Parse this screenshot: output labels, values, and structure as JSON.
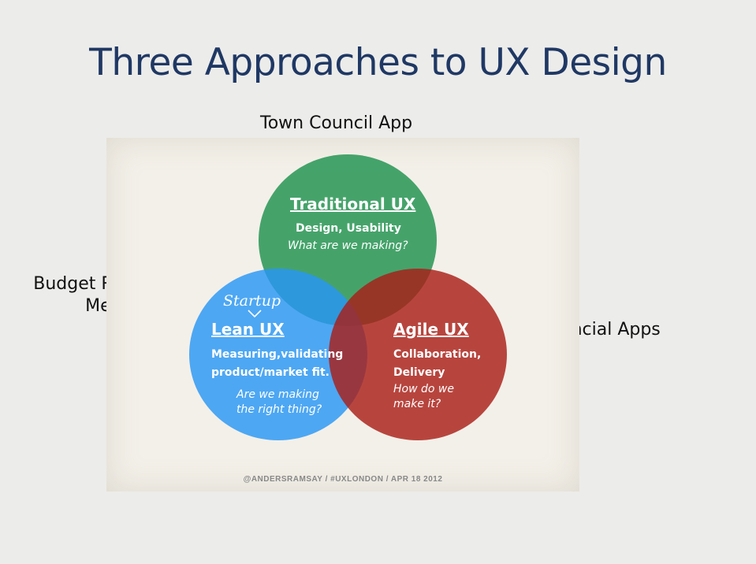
{
  "title": "Three Approaches to UX Design",
  "labels": {
    "top": "Town Council App",
    "left_line1": "Budget Roll Factor",
    "left_line2": "Merge",
    "right": "Financial Apps"
  },
  "venn": {
    "traditional": {
      "heading": "Traditional UX",
      "subtitle": "Design, Usability",
      "question": "What are we making?",
      "color": "#2e9a5a"
    },
    "lean": {
      "annotation": "Startup",
      "heading": "Lean UX",
      "subtitle_line1": "Measuring,validating",
      "subtitle_line2": "product/market fit.",
      "question_line1": "Are we making",
      "question_line2": "the right thing?",
      "color": "#3b97f0"
    },
    "agile": {
      "heading": "Agile UX",
      "subtitle_line1": "Collaboration,",
      "subtitle_line2": "Delivery",
      "question_line1": "How do we",
      "question_line2": "make it?",
      "color": "#a8322b"
    },
    "footer": "@ANDERSRAMSAY  /  #UXLONDON  /  APR 18 2012"
  }
}
